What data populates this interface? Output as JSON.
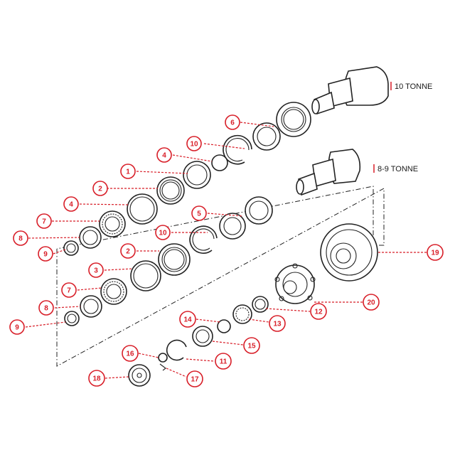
{
  "header": {
    "ten_tonne_label": "10 TONNE",
    "eight_nine_tonne_label": "8-9 TONNE",
    "accent_color": "#d81e28"
  },
  "callouts": [
    {
      "id": "c6a",
      "number": "6"
    },
    {
      "id": "c10a",
      "number": "10"
    },
    {
      "id": "c4a",
      "number": "4"
    },
    {
      "id": "c1",
      "number": "1"
    },
    {
      "id": "c2a",
      "number": "2"
    },
    {
      "id": "c4b",
      "number": "4"
    },
    {
      "id": "c7a",
      "number": "7"
    },
    {
      "id": "c8a",
      "number": "8"
    },
    {
      "id": "c9a",
      "number": "9"
    },
    {
      "id": "c5",
      "number": "5"
    },
    {
      "id": "c10b",
      "number": "10"
    },
    {
      "id": "c2b",
      "number": "2"
    },
    {
      "id": "c3",
      "number": "3"
    },
    {
      "id": "c7b",
      "number": "7"
    },
    {
      "id": "c8b",
      "number": "8"
    },
    {
      "id": "c9b",
      "number": "9"
    },
    {
      "id": "c19",
      "number": "19"
    },
    {
      "id": "c20",
      "number": "20"
    },
    {
      "id": "c12",
      "number": "12"
    },
    {
      "id": "c13",
      "number": "13"
    },
    {
      "id": "c14",
      "number": "14"
    },
    {
      "id": "c15",
      "number": "15"
    },
    {
      "id": "c16",
      "number": "16"
    },
    {
      "id": "c11",
      "number": "11"
    },
    {
      "id": "c17",
      "number": "17"
    },
    {
      "id": "c18",
      "number": "18"
    }
  ]
}
